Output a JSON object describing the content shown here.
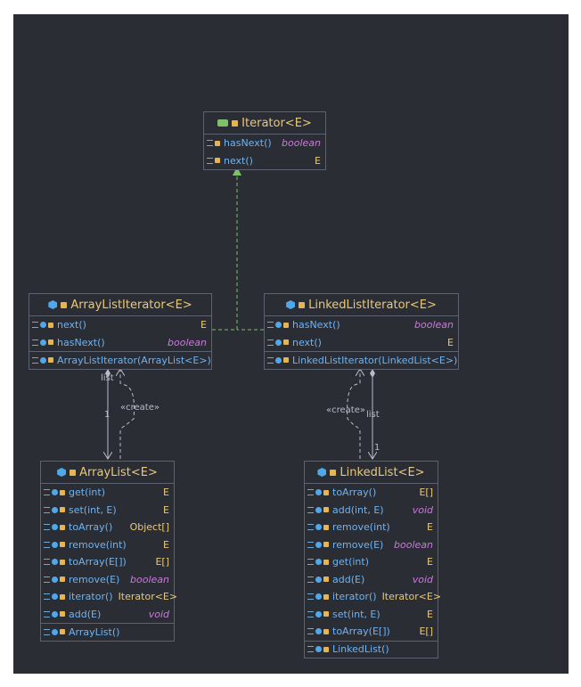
{
  "iterator": {
    "title": "Iterator<E>",
    "methods": [
      {
        "name": "hasNext()",
        "type": "boolean"
      },
      {
        "name": "next()",
        "type": "E"
      }
    ]
  },
  "arraylistiterator": {
    "title": "ArrayListIterator<E>",
    "methods": [
      {
        "name": "next()",
        "type": "E"
      },
      {
        "name": "hasNext()",
        "type": "boolean"
      }
    ],
    "constructor": "ArrayListIterator(ArrayList<E>)"
  },
  "linkedlistiterator": {
    "title": "LinkedListIterator<E>",
    "methods": [
      {
        "name": "hasNext()",
        "type": "boolean"
      },
      {
        "name": "next()",
        "type": "E"
      }
    ],
    "constructor": "LinkedListIterator(LinkedList<E>)"
  },
  "arraylist": {
    "title": "ArrayList<E>",
    "methods": [
      {
        "name": "get(int)",
        "type": "E"
      },
      {
        "name": "set(int, E)",
        "type": "E"
      },
      {
        "name": "toArray()",
        "type": "Object[]"
      },
      {
        "name": "remove(int)",
        "type": "E"
      },
      {
        "name": "toArray(E[])",
        "type": "E[]"
      },
      {
        "name": "remove(E)",
        "type": "boolean"
      },
      {
        "name": "iterator()",
        "type": "Iterator<E>"
      },
      {
        "name": "add(E)",
        "type": "void"
      }
    ],
    "constructor": "ArrayList()"
  },
  "linkedlist": {
    "title": "LinkedList<E>",
    "methods": [
      {
        "name": "toArray()",
        "type": "E[]"
      },
      {
        "name": "add(int, E)",
        "type": "void"
      },
      {
        "name": "remove(int)",
        "type": "E"
      },
      {
        "name": "remove(E)",
        "type": "boolean"
      },
      {
        "name": "get(int)",
        "type": "E"
      },
      {
        "name": "add(E)",
        "type": "void"
      },
      {
        "name": "iterator()",
        "type": "Iterator<E>"
      },
      {
        "name": "set(int, E)",
        "type": "E"
      },
      {
        "name": "toArray(E[])",
        "type": "E[]"
      }
    ],
    "constructor": "LinkedList()"
  },
  "labels": {
    "create": "«create»",
    "list": "list",
    "one": "1"
  },
  "colors": {
    "background": "#2b2d35",
    "border": "#5d6270",
    "title": "#e8c97b",
    "method": "#6fb3f0",
    "keyword": "#c67bd8",
    "realization": "#7ec16a",
    "association": "#b7bcc7"
  }
}
